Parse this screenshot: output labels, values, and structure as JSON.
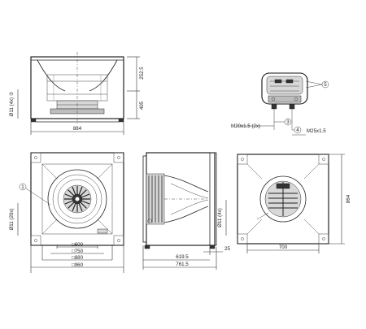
{
  "view_top": {
    "dim_width": "884",
    "dim_height_upper": "252.5",
    "dim_height_lower": "405",
    "dim_hole": "Ø11 (4x) ②"
  },
  "view_detail": {
    "callout_5": "5",
    "callout_3": "3",
    "callout_4": "4",
    "label_m20": "M20x1.5 (2x)",
    "label_m25": "M25x1.5"
  },
  "view_front": {
    "callout_1": "1",
    "dim_hole": "Ø11 (20x)",
    "dim_600": "□600",
    "dim_750": "□750",
    "dim_880": "□880",
    "dim_960": "□960"
  },
  "view_side": {
    "dim_25": "25",
    "dim_619": "619.5",
    "dim_761": "761.5"
  },
  "view_rear": {
    "dim_hole": "Ø11 (4x)",
    "dim_864": "864",
    "dim_700": "700"
  }
}
